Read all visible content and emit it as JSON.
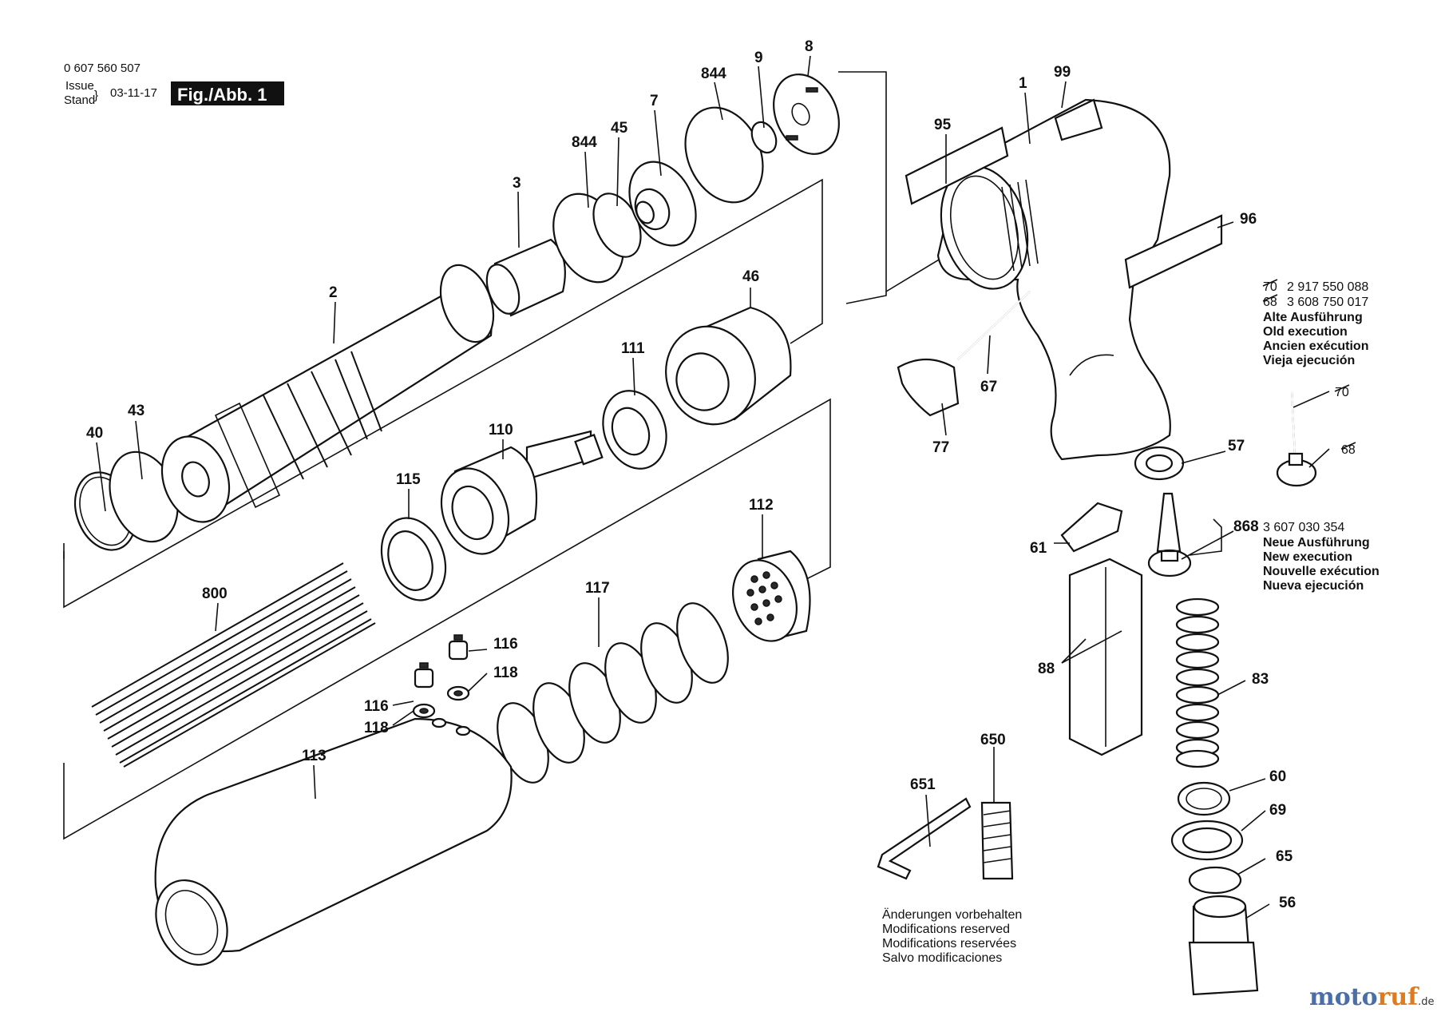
{
  "header": {
    "part_number": "0 607 560 507",
    "issue_label": "Issue",
    "stand_label": "Stand",
    "date": "03-11-17",
    "figure": "Fig./Abb. 1"
  },
  "parts": {
    "p1": "1",
    "p2": "2",
    "p3": "3",
    "p7": "7",
    "p8": "8",
    "p9": "9",
    "p40": "40",
    "p43": "43",
    "p45": "45",
    "p46": "46",
    "p56": "56",
    "p57": "57",
    "p60": "60",
    "p61": "61",
    "p65": "65",
    "p67": "67",
    "p69": "69",
    "p77": "77",
    "p83": "83",
    "p88": "88",
    "p95": "95",
    "p96": "96",
    "p99": "99",
    "p110": "110",
    "p111": "111",
    "p112": "112",
    "p113": "113",
    "p115": "115",
    "p116a": "116",
    "p116b": "116",
    "p117": "117",
    "p118a": "118",
    "p118b": "118",
    "p650": "650",
    "p651": "651",
    "p800": "800",
    "p844a": "844",
    "p844b": "844",
    "p868": "868"
  },
  "old_execution": {
    "ref70": "70",
    "num70": "2 917 550 088",
    "ref68": "68",
    "num68": "3 608 750 017",
    "de": "Alte Ausführung",
    "en": "Old execution",
    "fr": "Ancien exécution",
    "es": "Vieja ejecución",
    "callout70": "70",
    "callout68": "68"
  },
  "new_execution": {
    "number": "3 607 030 354",
    "de": "Neue Ausführung",
    "en": "New execution",
    "fr": "Nouvelle exécution",
    "es": "Nueva ejecución"
  },
  "footer_note": {
    "de": "Änderungen vorbehalten",
    "en": "Modifications reserved",
    "fr": "Modifications reservées",
    "es": "Salvo modificaciones"
  },
  "watermark": {
    "part1": "moto",
    "part2": "ruf",
    "tld": ".de"
  }
}
